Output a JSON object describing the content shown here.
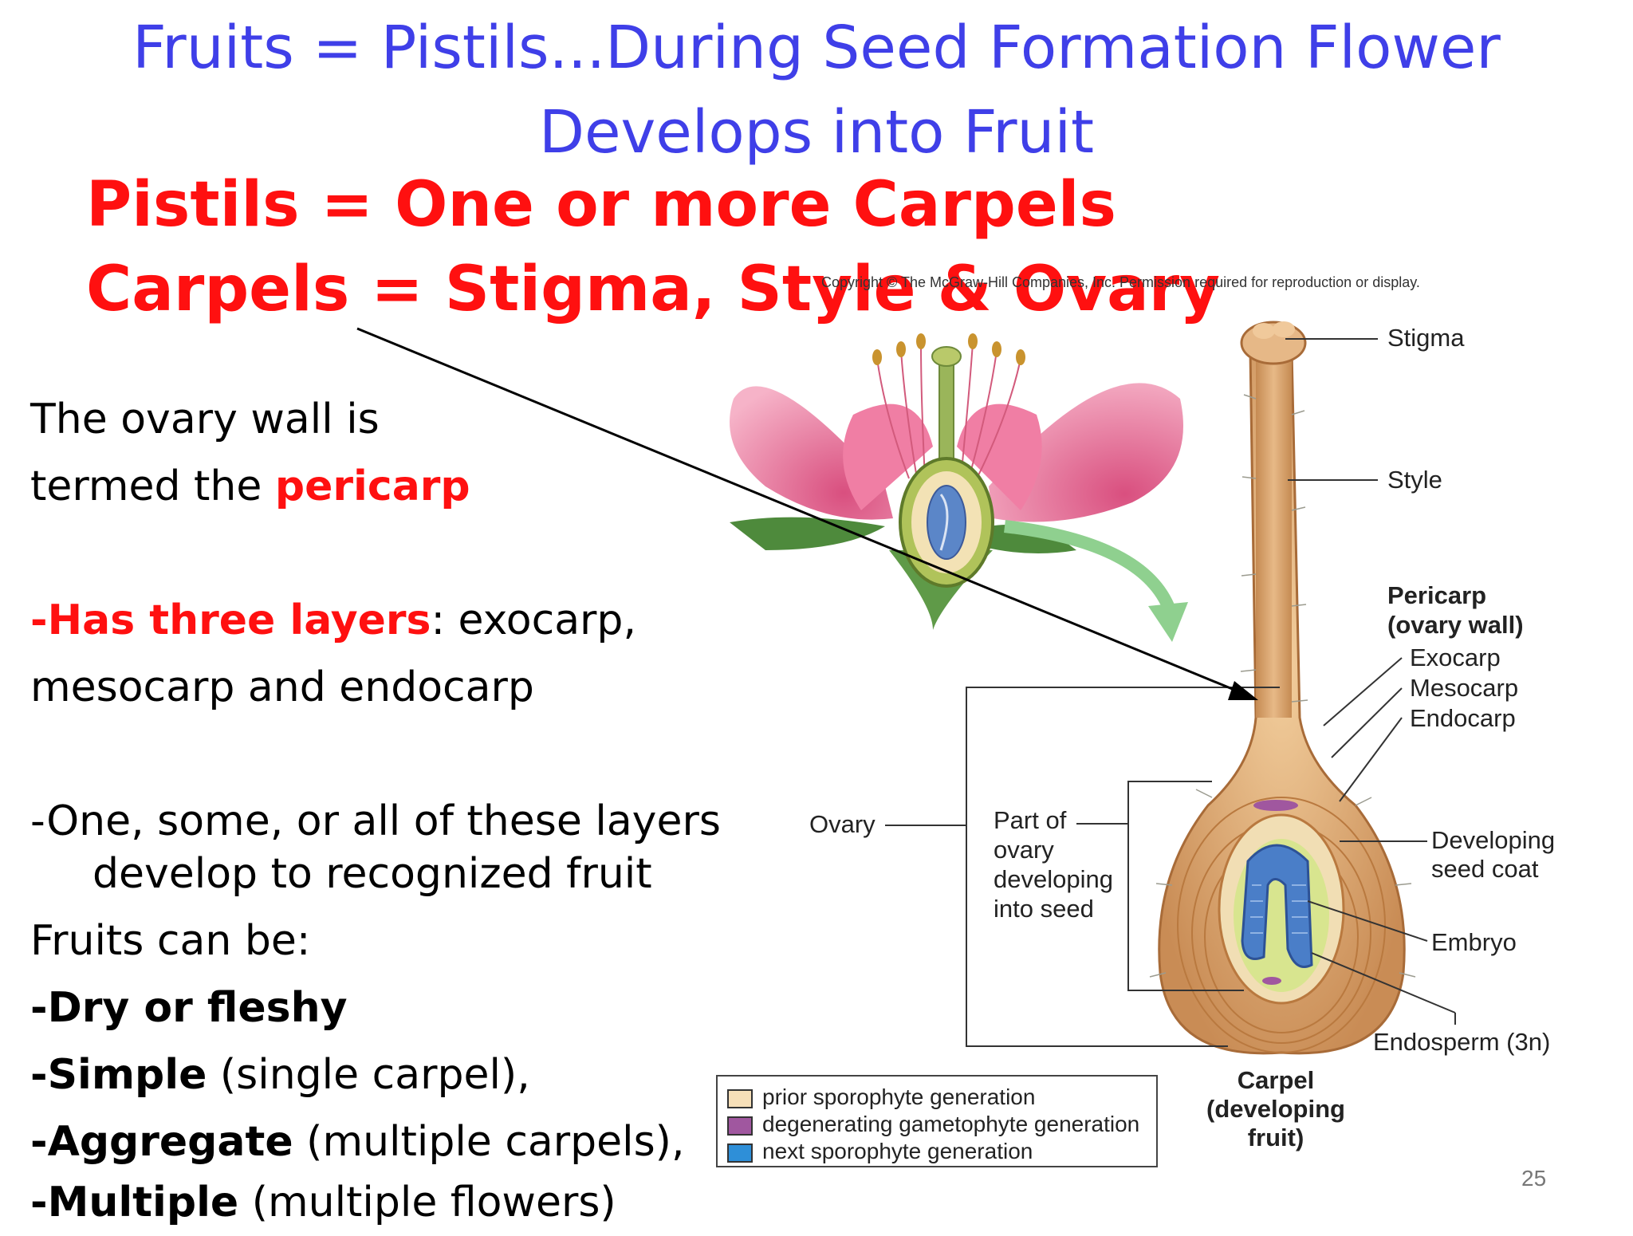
{
  "title": {
    "line1": "Fruits = Pistils...During Seed Formation Flower",
    "line2": "Develops into Fruit"
  },
  "headings": {
    "pistils": "Pistils = One or more Carpels",
    "carpels": "Carpels = Stigma, Style & Ovary"
  },
  "body": {
    "ovary_wall_1": "The ovary wall is",
    "ovary_wall_2a": "termed the ",
    "ovary_wall_2b": "pericarp",
    "layers_a": "-Has three layers",
    "layers_b": ": exocarp,",
    "layers_c": "mesocarp and endocarp",
    "dev_1": "-One, some, or all of these layers",
    "dev_2": "develop to recognized fruit",
    "fruits_can_be": "Fruits can be:",
    "dry": "-Dry or fleshy",
    "simple_a": "-Simple",
    "simple_b": " (single carpel),",
    "aggregate_a": "-Aggregate",
    "aggregate_b": " (multiple carpels),",
    "multiple_a": "-Multiple",
    "multiple_b": " (multiple flowers)"
  },
  "diagram": {
    "copyright": "Copyright © The McGraw-Hill Companies, Inc. Permission required for reproduction or display.",
    "labels": {
      "stigma": "Stigma",
      "style": "Style",
      "pericarp_1": "Pericarp",
      "pericarp_2": "(ovary wall)",
      "exocarp": "Exocarp",
      "mesocarp": "Mesocarp",
      "endocarp": "Endocarp",
      "ovary": "Ovary",
      "part_of_1": "Part of",
      "part_of_2": "ovary",
      "part_of_3": "developing",
      "part_of_4": "into seed",
      "seed_coat_1": "Developing",
      "seed_coat_2": "seed coat",
      "embryo": "Embryo",
      "endosperm": "Endosperm (3n)",
      "carpel_1": "Carpel",
      "carpel_2": "(developing",
      "carpel_3": "fruit)"
    },
    "legend": [
      {
        "label": "prior sporophyte generation",
        "color": "#f6dfb8"
      },
      {
        "label": "degenerating gametophyte generation",
        "color": "#a0579f"
      },
      {
        "label": "next sporophyte generation",
        "color": "#2e8fd8"
      }
    ],
    "colors": {
      "petal": "#ee8fae",
      "carpel_tan": "#d9a771",
      "embryo_blue": "#4a7ec8",
      "leaf_green": "#4e8a3c",
      "arrow_green": "#8fd08f"
    }
  },
  "page_number": "25"
}
